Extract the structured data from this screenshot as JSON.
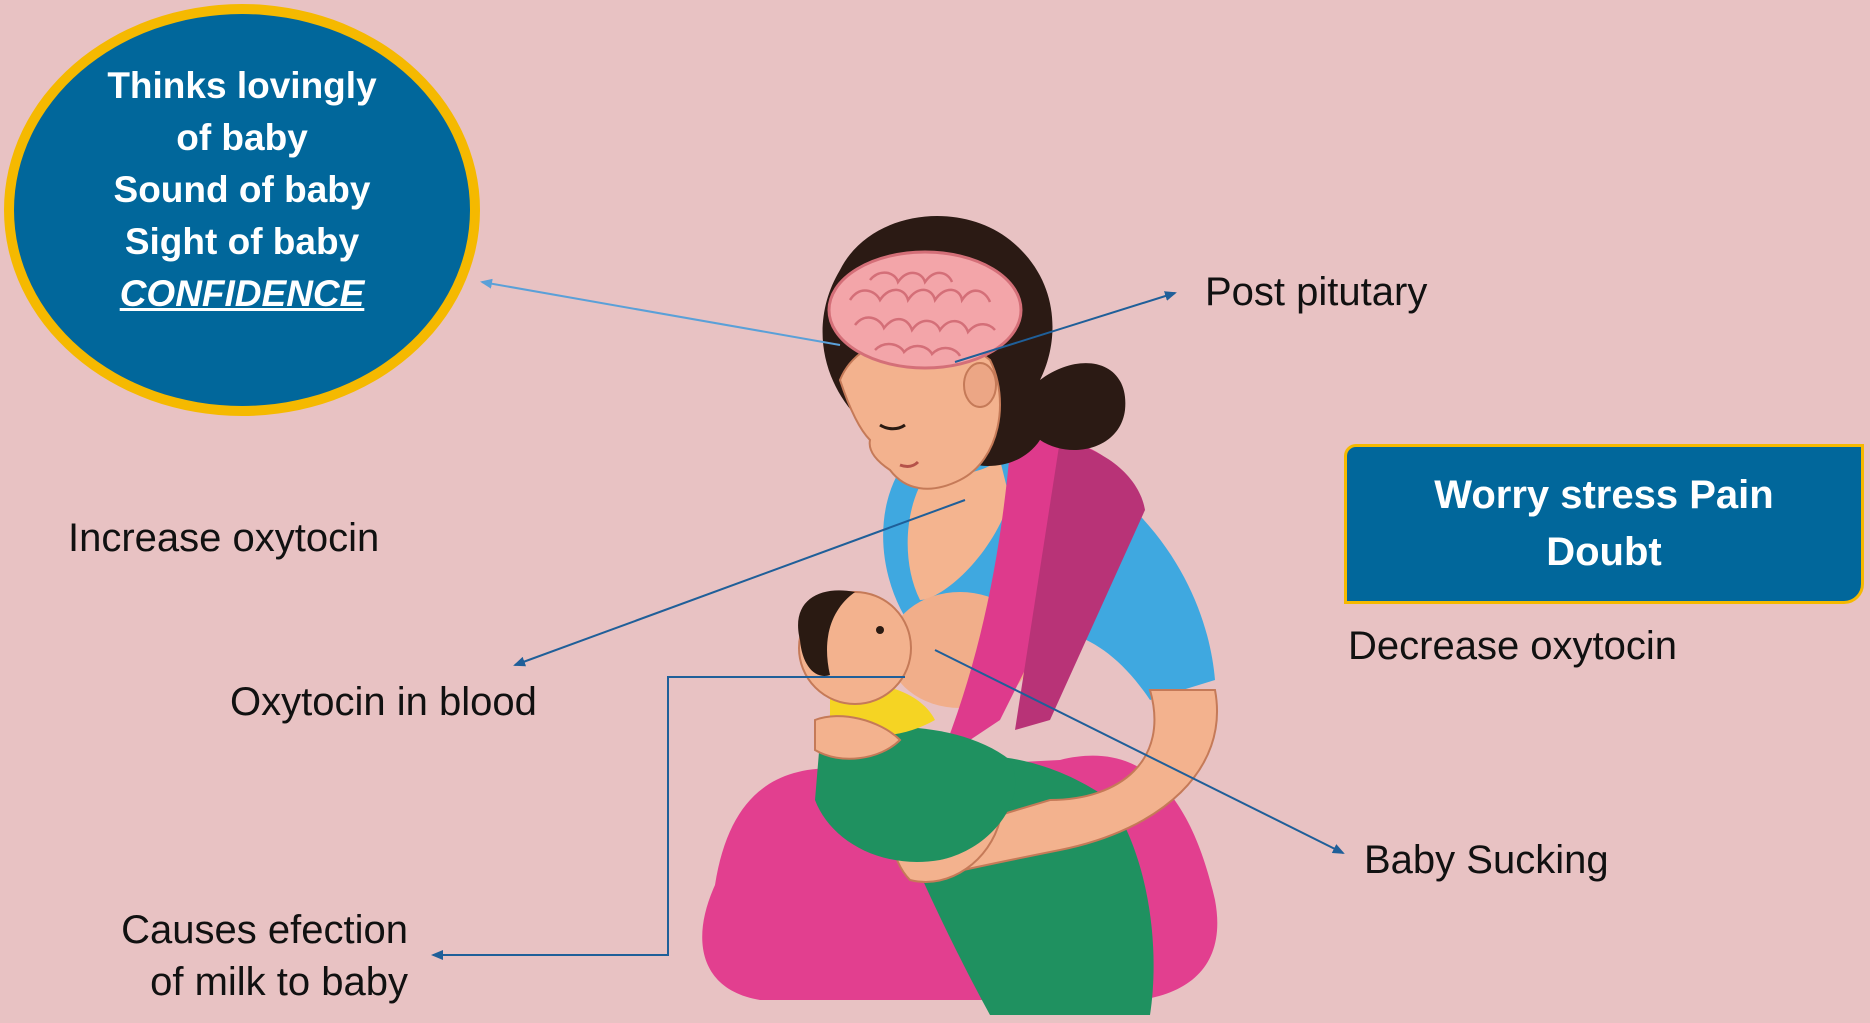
{
  "circle": {
    "lines": [
      "Thinks lovingly",
      "of baby",
      "Sound of baby",
      "Sight of baby"
    ],
    "emphasis": "CONFIDENCE"
  },
  "box": {
    "text": "Worry stress Pain Doubt"
  },
  "labels": {
    "post_pituitary": "Post pitutary",
    "increase_oxytocin": "Increase oxytocin",
    "oxytocin_blood": "Oxytocin in blood",
    "decrease_oxytocin": "Decrease oxytocin",
    "baby_sucking": "Baby Sucking",
    "causes_line1": "Causes efection",
    "causes_line2": "of milk to baby"
  },
  "colors": {
    "background": "#e8c2c3",
    "accent_blue": "#01679b",
    "border_yellow": "#f5b900",
    "arrow": "#1f5f99"
  }
}
